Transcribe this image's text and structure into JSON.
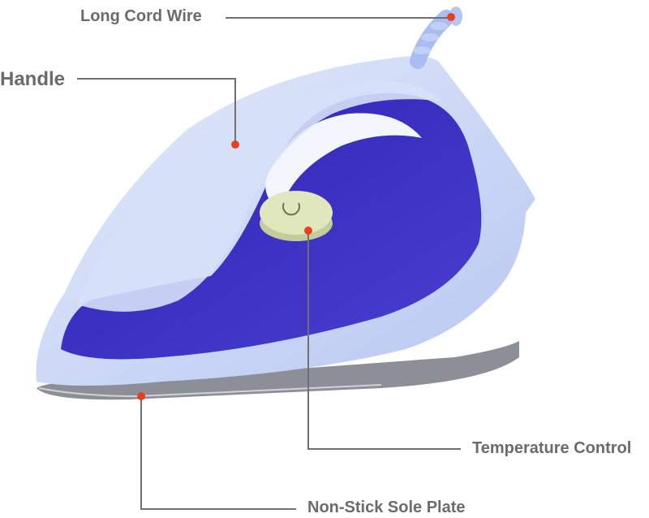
{
  "labels": {
    "cord": "Long Cord Wire",
    "handle": "Handle",
    "temperature": "Temperature Control",
    "sole_plate": "Non-Stick Sole Plate"
  },
  "colors": {
    "body": "#c9d6f6",
    "accent": "#3b2fc2",
    "dial": "#dfe6b8",
    "callout_dot": "#e8401c",
    "callout_line": "#707070",
    "label_text": "#6b6b6b"
  }
}
